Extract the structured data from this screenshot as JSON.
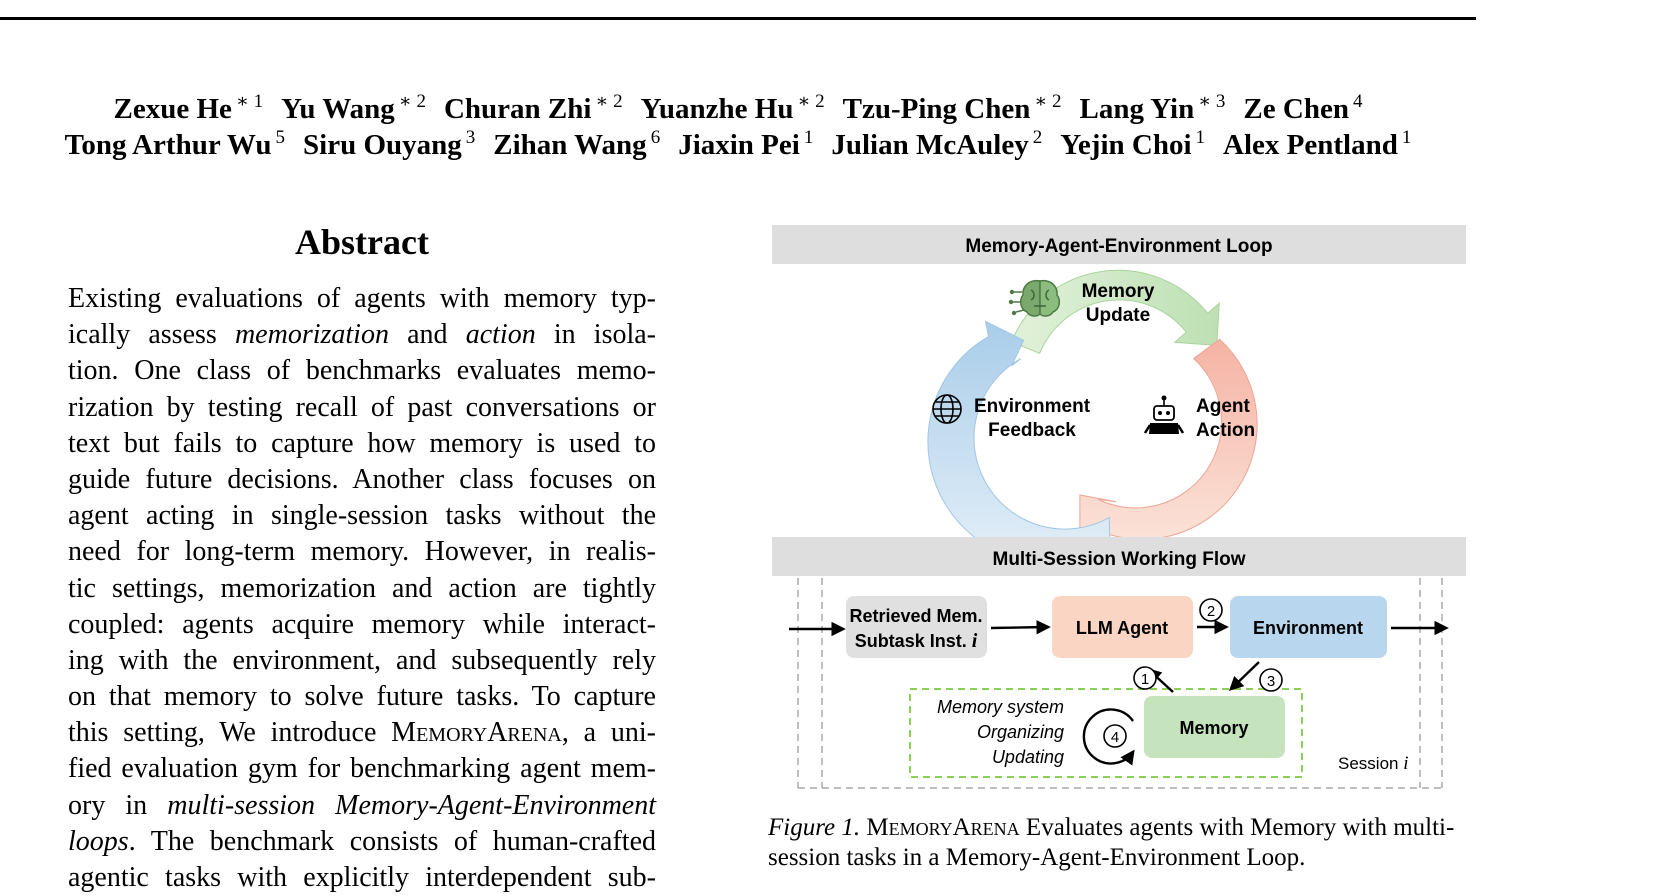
{
  "authors": {
    "line1": [
      {
        "name": "Zexue He",
        "aff": "∗ 1"
      },
      {
        "name": "Yu Wang",
        "aff": "∗ 2"
      },
      {
        "name": "Churan Zhi",
        "aff": "∗ 2"
      },
      {
        "name": "Yuanzhe Hu",
        "aff": "∗ 2"
      },
      {
        "name": "Tzu-Ping Chen",
        "aff": "∗ 2"
      },
      {
        "name": "Lang Yin",
        "aff": "∗ 3"
      },
      {
        "name": "Ze Chen",
        "aff": "4"
      }
    ],
    "line2": [
      {
        "name": "Tong Arthur Wu",
        "aff": "5"
      },
      {
        "name": "Siru Ouyang",
        "aff": "3"
      },
      {
        "name": "Zihan Wang",
        "aff": "6"
      },
      {
        "name": "Jiaxin Pei",
        "aff": "1"
      },
      {
        "name": "Julian McAuley",
        "aff": "2"
      },
      {
        "name": "Yejin Choi",
        "aff": "1"
      },
      {
        "name": "Alex Pentland",
        "aff": "1"
      }
    ]
  },
  "abstract": {
    "heading": "Abstract",
    "lines": [
      [
        {
          "t": "Existing evaluations of agents with memory typ-"
        }
      ],
      [
        {
          "t": "ically assess "
        },
        {
          "t": "memorization",
          "s": "it"
        },
        {
          "t": " and "
        },
        {
          "t": "action",
          "s": "it"
        },
        {
          "t": " in isola-"
        }
      ],
      [
        {
          "t": "tion. One class of benchmarks evaluates memo-"
        }
      ],
      [
        {
          "t": "rization by testing recall of past conversations or"
        }
      ],
      [
        {
          "t": "text but fails to capture how memory is used to"
        }
      ],
      [
        {
          "t": "guide future decisions. Another class focuses on"
        }
      ],
      [
        {
          "t": "agent acting in single-session tasks without the"
        }
      ],
      [
        {
          "t": "need for long-term memory. However, in realis-"
        }
      ],
      [
        {
          "t": "tic settings, memorization and action are tightly"
        }
      ],
      [
        {
          "t": "coupled: agents acquire memory while interact-"
        }
      ],
      [
        {
          "t": "ing with the environment, and subsequently rely"
        }
      ],
      [
        {
          "t": "on that memory to solve future tasks. To capture"
        }
      ],
      [
        {
          "t": "this setting, We introduce "
        },
        {
          "t": "MemoryArena",
          "s": "sc"
        },
        {
          "t": ", a uni-"
        }
      ],
      [
        {
          "t": "fied evaluation gym for benchmarking agent mem-"
        }
      ],
      [
        {
          "t": "ory in "
        },
        {
          "t": "multi-session Memory-Agent-Environment",
          "s": "it"
        }
      ],
      [
        {
          "t": "loops",
          "s": "it"
        },
        {
          "t": ". The benchmark consists of human-crafted"
        }
      ],
      [
        {
          "t": "agentic tasks with explicitly interdependent sub-"
        }
      ]
    ]
  },
  "figure": {
    "loop_title": "Memory-Agent-Environment Loop",
    "memory_update": [
      "Memory",
      "Update"
    ],
    "agent_action": [
      "Agent",
      "Action"
    ],
    "environment_feedback": [
      "Environment",
      "Feedback"
    ],
    "flow_title": "Multi-Session Working Flow",
    "retrieved_mem": "Retrieved Mem.",
    "subtask_inst": "Subtask Inst.",
    "subtask_var": "i",
    "llm_agent": "LLM Agent",
    "environment": "Environment",
    "memory": "Memory",
    "memory_system": [
      "Memory system",
      "Organizing",
      "Updating"
    ],
    "session_label": "Session",
    "session_var": "i",
    "steps": [
      "1",
      "2",
      "3",
      "4"
    ],
    "colors": {
      "band": "#dedede",
      "memory_green": "#c5e3bc",
      "agent_peach": "#fad5c3",
      "env_blue": "#b8d6ee",
      "retrieved_gray": "#e0e0e0",
      "dashed_green": "#8ccf55"
    }
  },
  "caption": {
    "label": "Figure 1.",
    "name": "MemoryArena",
    "text": " Evaluates agents with Memory with multi-session tasks in a Memory-Agent-Environment Loop."
  }
}
